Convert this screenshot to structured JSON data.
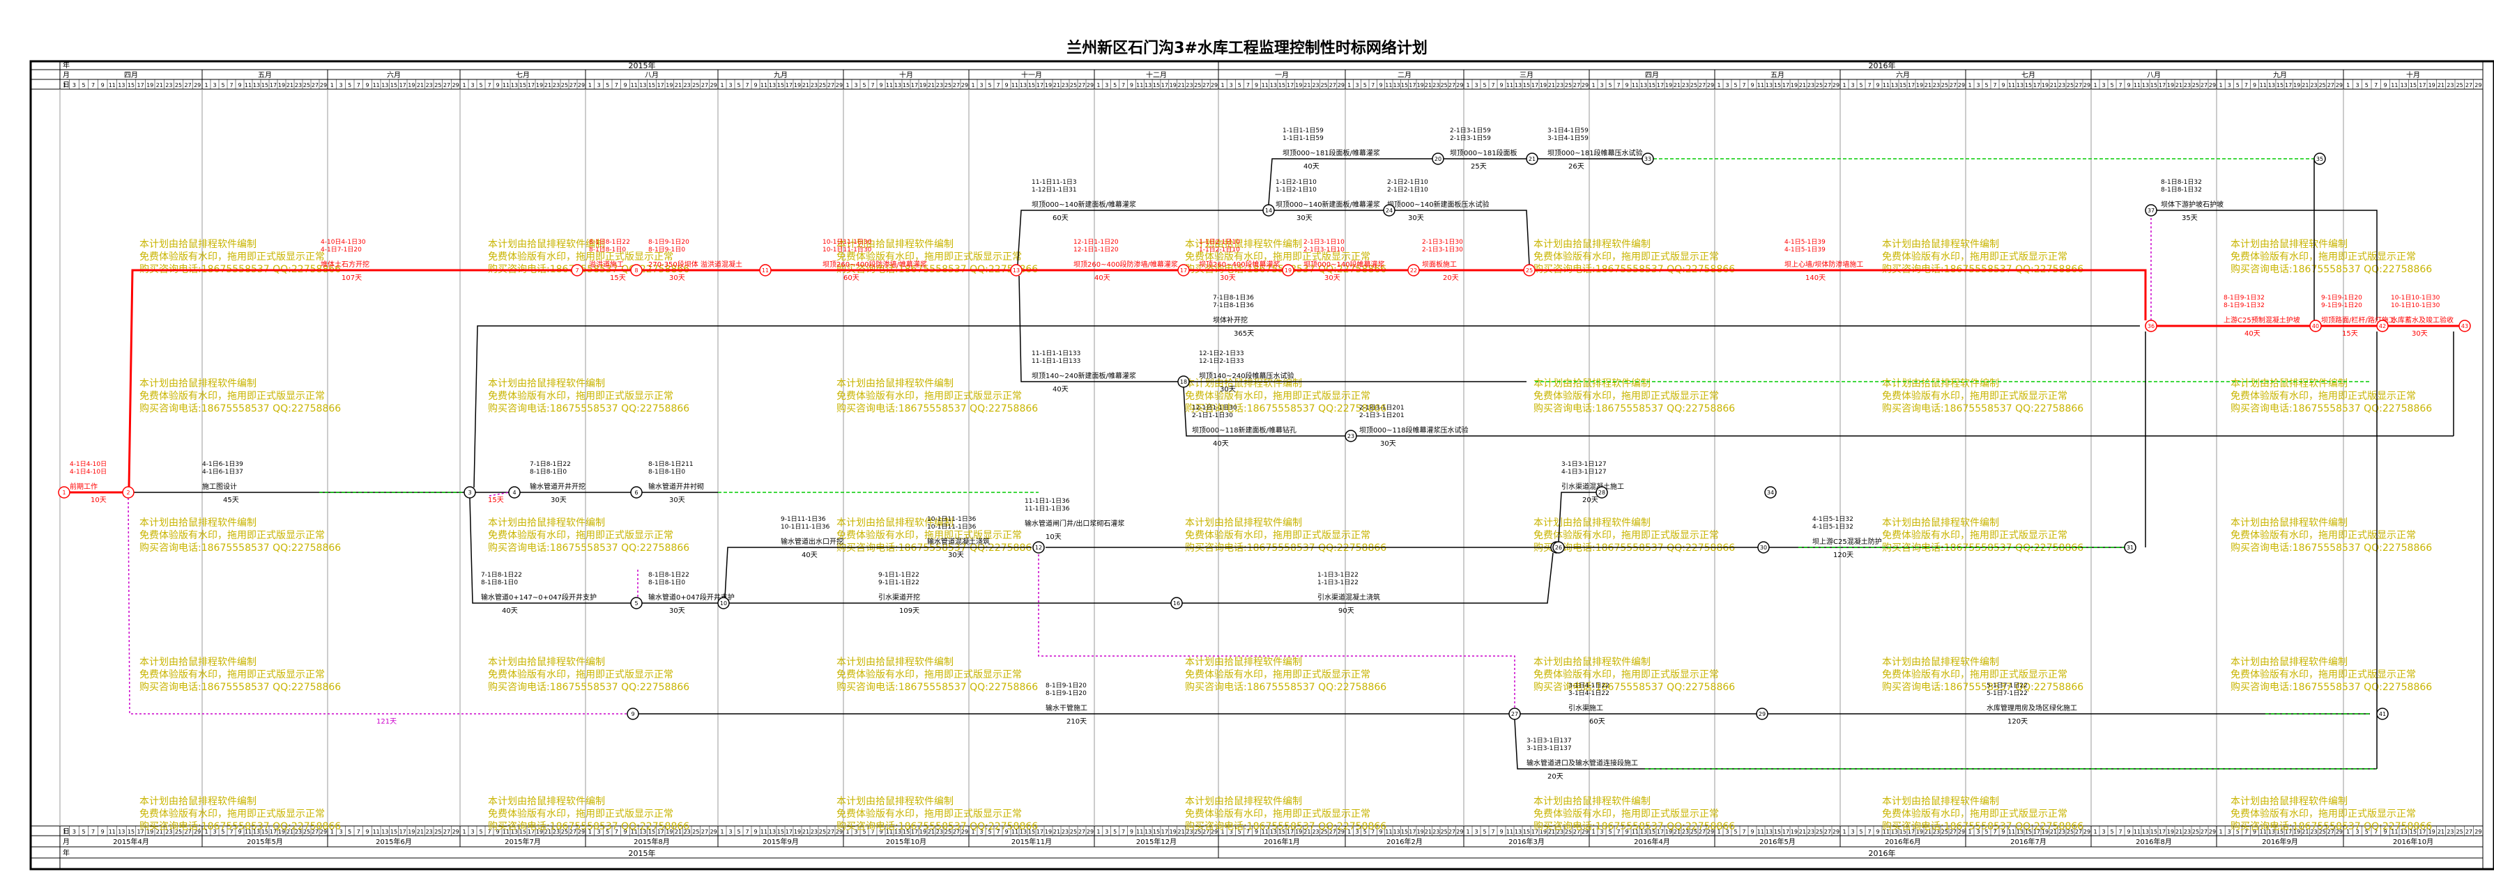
{
  "title": "兰州新区石门沟3#水库工程监理控制性时标网络计划",
  "header": {
    "row_labels": [
      "年",
      "月",
      "日"
    ],
    "years": [
      {
        "label": "2015年"
      },
      {
        "label": "2016年"
      }
    ],
    "months": [
      {
        "label": "四月"
      },
      {
        "label": "五月"
      },
      {
        "label": "六月"
      },
      {
        "label": "七月"
      },
      {
        "label": "八月"
      },
      {
        "label": "九月"
      },
      {
        "label": "十月"
      },
      {
        "label": "十一月"
      },
      {
        "label": "十二月"
      },
      {
        "label": "一月"
      },
      {
        "label": "二月"
      },
      {
        "label": "三月"
      },
      {
        "label": "四月"
      },
      {
        "label": "五月"
      },
      {
        "label": "六月"
      },
      {
        "label": "七月"
      },
      {
        "label": "八月"
      },
      {
        "label": "九月"
      },
      {
        "label": "十月"
      }
    ],
    "days_sample": [
      "1",
      "3",
      "5",
      "7",
      "9",
      "11",
      "13",
      "15",
      "17",
      "19",
      "21",
      "23",
      "25",
      "27",
      "29"
    ]
  },
  "footer": {
    "row_labels": [
      "日",
      "月",
      "年"
    ],
    "months": [
      {
        "label": "2015年4月"
      },
      {
        "label": "2015年5月"
      },
      {
        "label": "2015年6月"
      },
      {
        "label": "2015年7月"
      },
      {
        "label": "2015年8月"
      },
      {
        "label": "2015年9月"
      },
      {
        "label": "2015年10月"
      },
      {
        "label": "2015年11月"
      },
      {
        "label": "2015年12月"
      },
      {
        "label": "2016年1月"
      },
      {
        "label": "2016年2月"
      },
      {
        "label": "2016年3月"
      },
      {
        "label": "2016年4月"
      },
      {
        "label": "2016年5月"
      },
      {
        "label": "2016年6月"
      },
      {
        "label": "2016年7月"
      },
      {
        "label": "2016年8月"
      },
      {
        "label": "2016年9月"
      },
      {
        "label": "2016年10月"
      }
    ],
    "years": [
      {
        "label": "2015年"
      },
      {
        "label": "2016年"
      }
    ]
  },
  "watermark": {
    "line1": "本计划由拾鼠排程软件编制",
    "line2": "免费体验版有水印，拖用即正式版显示正常",
    "line3": "购买咨询电话:18675558537 QQ:22758866"
  },
  "colors": {
    "critical": "#ff0000",
    "normal": "#000000",
    "free_float": "#00cc00",
    "dummy": "#cc00cc",
    "watermark": "#c8b400"
  },
  "nodes": [
    "1",
    "2",
    "3",
    "4",
    "5",
    "6",
    "7",
    "8",
    "9",
    "10",
    "11",
    "12",
    "13",
    "14",
    "15",
    "16",
    "17",
    "18",
    "19",
    "20",
    "21",
    "22",
    "23",
    "24",
    "25",
    "26",
    "27",
    "28",
    "29",
    "30",
    "31",
    "32",
    "33",
    "34",
    "35",
    "36",
    "37",
    "38",
    "39",
    "40",
    "41",
    "42",
    "43"
  ],
  "tasks": {
    "t1": {
      "dates": "4-1日4-10日",
      "dates2": "4-1日4-10日",
      "name": "前期工作",
      "dur": "10天"
    },
    "t2": {
      "dates": "4-10日4-1日30",
      "dates2": "4-1日7-1日20",
      "name": "堆体土石方开挖",
      "dur": "107天"
    },
    "t3": {
      "dates": "4-1日6-1日39",
      "dates2": "4-1日6-1日37",
      "name": "施工图设计",
      "dur": "45天"
    },
    "t4": {
      "dates": "8-1日8-1日22",
      "dates2": "8-1日8-1日0",
      "name": "溢洪道施工",
      "dur": "15天"
    },
    "t5": {
      "dates": "8-1日9-1日20",
      "dates2": "8-1日9-1日0",
      "name": "270-350段坝体 溢洪道混凝土",
      "dur": "30天"
    },
    "t6": {
      "dates": "10-1日11-1日30",
      "dates2": "10-1日11-1日30",
      "name": "坝顶260~400段防渗墙/帷幕灌浆",
      "dur": "60天"
    },
    "t7": {
      "dates": "11-1日11-1日3",
      "dates2": "1-12日1-1日31",
      "name": "坝顶000~140新建面板/帷幕灌浆",
      "dur": "60天"
    },
    "t8": {
      "dates": "12-1日1-1日20",
      "dates2": "12-1日1-1日20",
      "name": "坝顶260~400段防渗墙/帷幕灌浆",
      "dur": "40天"
    },
    "t9": {
      "dates": "1-1日2-1日10",
      "dates2": "1-1日2-1日10",
      "name": "坝顶260~400段帷幕灌浆",
      "dur": "30天"
    },
    "t10": {
      "dates": "2-1日3-1日10",
      "dates2": "2-1日3-1日10",
      "name": "坝顶000~140段帷幕灌浆",
      "dur": "30天"
    },
    "t11": {
      "dates": "2-1日3-1日30",
      "dates2": "2-1日3-1日30",
      "name": "坝面板施工",
      "dur": "20天"
    },
    "t12": {
      "dates": "1-1日1-1日59",
      "dates2": "1-1日1-1日59",
      "name": "坝顶000~181段面板/帷幕灌浆",
      "dur": "40天"
    },
    "t13": {
      "dates": "2-1日3-1日59",
      "dates2": "2-1日3-1日59",
      "name": "坝顶000~181段面板",
      "dur": "25天"
    },
    "t14": {
      "dates": "3-1日4-1日59",
      "dates2": "3-1日4-1日59",
      "name": "坝顶000~181段帷幕压水试验",
      "dur": "26天"
    },
    "t15": {
      "dates": "1-1日2-1日10",
      "dates2": "1-1日2-1日10",
      "name": "坝顶000~140新建面板/帷幕灌浆",
      "dur": "30天"
    },
    "t16": {
      "dates": "2-1日2-1日10",
      "dates2": "2-1日2-1日10",
      "name": "坝顶000~140新建面板压水试验",
      "dur": "30天"
    },
    "t17": {
      "dates": "7-1日8-1日36",
      "dates2": "7-1日8-1日36",
      "name": "坝体补开挖",
      "dur": "365天"
    },
    "t18": {
      "dates": "11-1日1-1日133",
      "dates2": "11-1日1-1日133",
      "name": "坝顶140~240新建面板/帷幕灌浆",
      "dur": "40天"
    },
    "t19": {
      "dates": "12-1日2-1日33",
      "dates2": "12-1日2-1日33",
      "name": "坝顶140~240段帷幕压水试验",
      "dur": "30天"
    },
    "t20": {
      "dates": "12-1日1-1日30",
      "dates2": "2-1日1-1日30",
      "name": "坝顶000~118新建面板/帷幕钻孔",
      "dur": "40天"
    },
    "t21": {
      "dates": "2-1日3-1日201",
      "dates2": "2-1日3-1日201",
      "name": "坝顶000~118段帷幕灌浆压水试验",
      "dur": "30天"
    },
    "t22": {
      "dates": "7-1日8-1日22",
      "dates2": "8-1日8-1日0",
      "name": "输水管道开井开挖",
      "dur": "30天"
    },
    "t23": {
      "dates": "8-1日8-1日211",
      "dates2": "8-1日8-1日0",
      "name": "输水管道开井衬砌",
      "dur": "30天"
    },
    "t24": {
      "dates": "7-1日8-1日22",
      "dates2": "8-1日8-1日0",
      "name": "输水管道0+147~0+047段开井支护",
      "dur": "40天"
    },
    "t25": {
      "dates": "8-1日8-1日22",
      "dates2": "8-1日8-1日0",
      "name": "输水管道0+047段开井支护",
      "dur": "30天"
    },
    "t26": {
      "dates": "9-1日11-1日36",
      "dates2": "10-1日11-1日36",
      "name": "输水管道出水口开挖",
      "dur": "40天"
    },
    "t27": {
      "dates": "10-1日11-1日36",
      "dates2": "10-1日11-1日36",
      "name": "输水管道混凝土浇筑",
      "dur": "30天"
    },
    "t28": {
      "dates": "11-1日1-1日36",
      "dates2": "11-1日1-1日36",
      "name": "输水管道闸门井/出口浆砌石灌浆",
      "dur": "10天"
    },
    "t29": {
      "dates": "9-1日1-1日22",
      "dates2": "9-1日1-1日22",
      "name": "引水渠道开挖",
      "dur": "109天"
    },
    "t30": {
      "dates": "1-1日3-1日22",
      "dates2": "1-1日3-1日22",
      "name": "引水渠道混凝土浇筑",
      "dur": "90天"
    },
    "t31": {
      "dates": "3-1日3-1日127",
      "dates2": "4-1日3-1日127",
      "name": "引水渠道混凝土施工",
      "dur": "20天"
    },
    "t32": {
      "dates": "4-1日5-1日32",
      "dates2": "4-1日5-1日32",
      "name": "坝上游C25混凝土防护",
      "dur": "120天"
    },
    "t33": {
      "dates": "8-1日8-1日32",
      "dates2": "8-1日8-1日32",
      "name": "坝体下游护坡石护坡",
      "dur": "35天"
    },
    "t34": {
      "dates": "8-1日9-1日32",
      "dates2": "8-1日9-1日32",
      "name": "上游C25预制混凝土护坡",
      "dur": "40天"
    },
    "t35": {
      "dates": "9-1日9-1日20",
      "dates2": "9-1日9-1日20",
      "name": "坝顶路面/栏杆/路灯施工",
      "dur": "15天"
    },
    "t36": {
      "dates": "10-1日10-1日30",
      "dates2": "10-1日10-1日30",
      "name": "水库蓄水及竣工验收",
      "dur": "30天"
    },
    "t37": {
      "dates": "4-1日5-1日39",
      "dates2": "4-1日5-1日39",
      "name": "坝上心墙/坝体防渗墙施工",
      "dur": "140天"
    },
    "t38": {
      "dates": "8-1日9-1日20",
      "dates2": "8-1日9-1日20",
      "name": "输水干管施工",
      "dur": "210天"
    },
    "t39": {
      "dates": "3-1日3-1日137",
      "dates2": "3-1日3-1日137",
      "name": "输水管道进口及输水管道连接段施工",
      "dur": "20天"
    },
    "t40": {
      "dates": "3-1日4-1日22",
      "dates2": "3-1日4-1日22",
      "name": "引水渠施工",
      "dur": "60天"
    },
    "t41": {
      "dates": "5-1日7-1日22",
      "dates2": "5-1日7-1日22",
      "name": "水库管理用房及场区绿化施工",
      "dur": "120天"
    },
    "t42": {
      "dur": "121天"
    },
    "t43": {
      "dur": "15天"
    }
  }
}
